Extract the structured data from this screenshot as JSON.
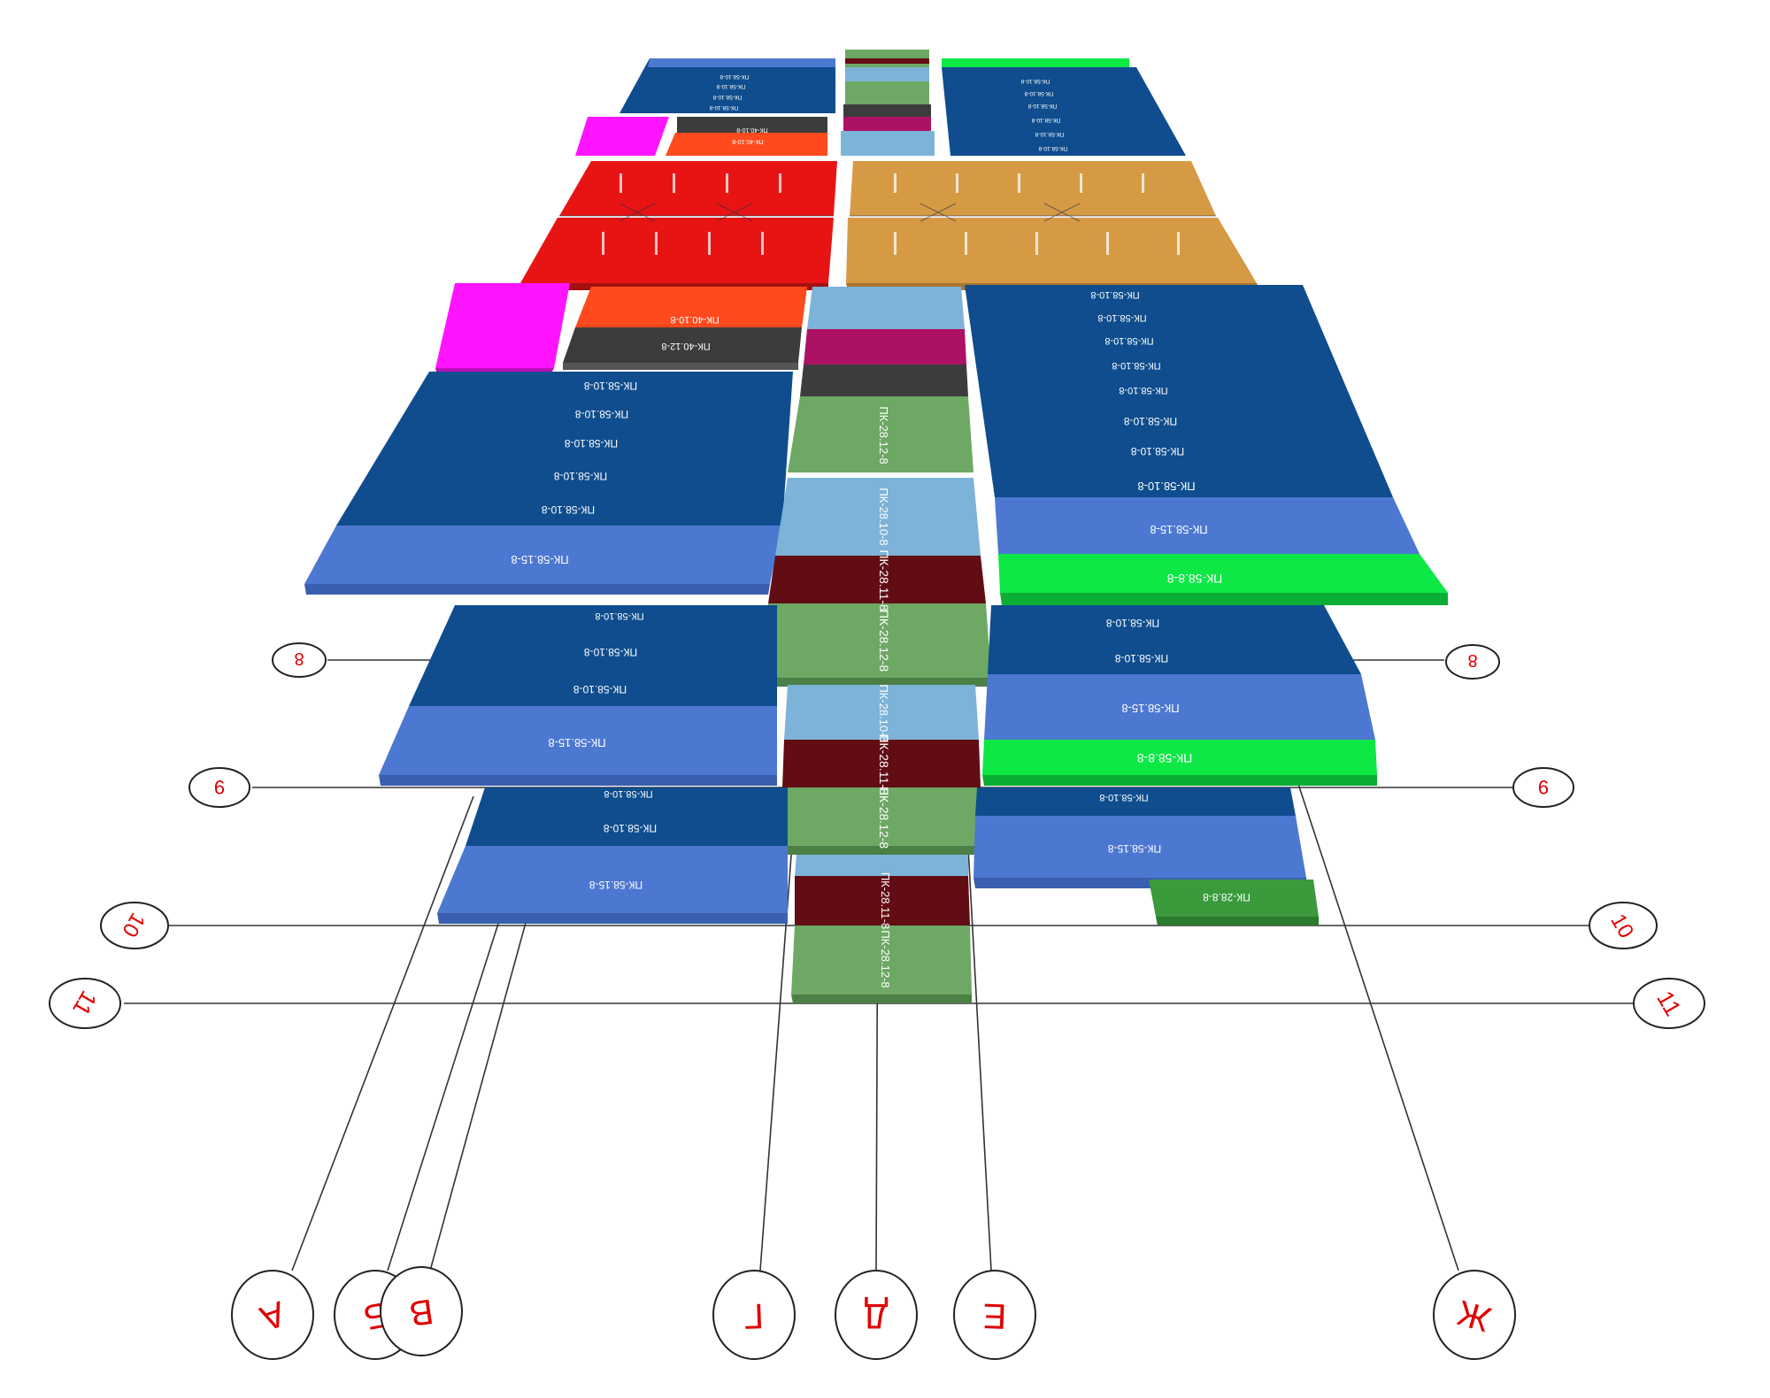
{
  "colors": {
    "blue_dark": "#0f4d8e",
    "blue_mid": "#4d78d1",
    "blue_light": "#7db3d8",
    "green_bright": "#0de845",
    "green_olive": "#6da864",
    "green_dark": "#3a9a3c",
    "maroon": "#620d14",
    "crimson": "#ad1164",
    "gray_dark": "#3c3c3c",
    "orange": "#ff4a1e",
    "red": "#e81414",
    "tan": "#d69a45",
    "magenta": "#ff14ff",
    "axis_label": "#e00000"
  },
  "axes": {
    "rows": [
      "8",
      "9",
      "10",
      "11"
    ],
    "columns": [
      "А",
      "Б",
      "В",
      "Г",
      "Д",
      "Е",
      "Ж"
    ]
  },
  "slabs": {
    "pk_58_10_8": "ПК-58.10-8",
    "pk_58_15_8": "ПК-58.15-8",
    "pk_58_8_8": "ПК-58.8-8",
    "pk_40_10_8": "ПК-40.10-8",
    "pk_40_12_8": "ПК-40.12-8",
    "pk_28_8_8": "ПК-28.8-8",
    "pk_28_10_8": "ПК-28.10-8",
    "pk_28_11_8": "ПК-28.11-8",
    "pk_28_12_8": "ПК-28.12-8"
  }
}
